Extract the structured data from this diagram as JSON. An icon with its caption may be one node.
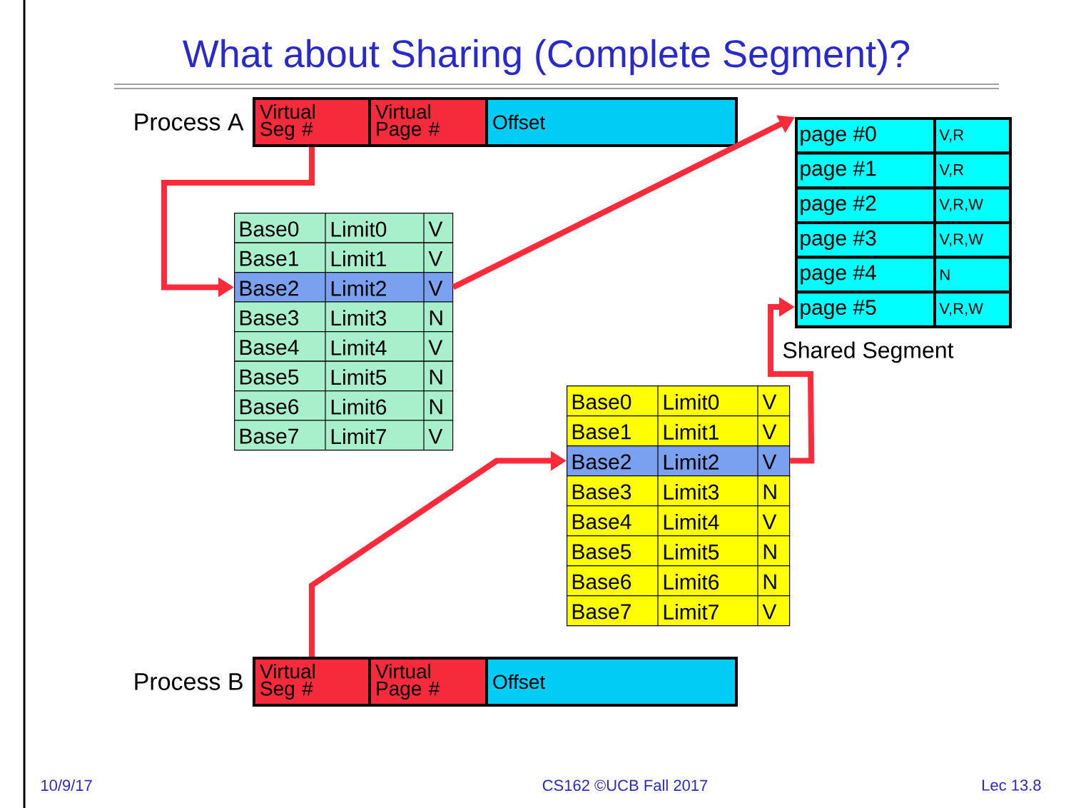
{
  "diagram": {
    "title": "What about Sharing (Complete Segment)?",
    "nodes": [
      {
        "text": [
          "Virtual Seg #"
        ],
        "beside": [
          "Process A"
        ]
      },
      {
        "text": [
          "Virtual Page #"
        ]
      },
      {
        "text": [
          "Offset"
        ]
      },
      {
        "text": [
          "Base0",
          "Limit0",
          "V"
        ]
      },
      {
        "text": [
          "Base1",
          "Limit1",
          "V"
        ]
      },
      {
        "text": [
          "Base2",
          "Limit2",
          "V"
        ]
      },
      {
        "text": [
          "Base3",
          "Limit3",
          "N"
        ]
      },
      {
        "text": [
          "Base4",
          "Limit4",
          "V"
        ]
      },
      {
        "text": [
          "Base5",
          "Limit5",
          "N"
        ]
      },
      {
        "text": [
          "Base6",
          "Limit6",
          "N"
        ]
      },
      {
        "text": [
          "Base7",
          "Limit7",
          "V"
        ]
      },
      {
        "text": [],
        "shape": "box",
        "beside": [
          "Shared Segment"
        ]
      },
      {
        "text": [
          "page #0",
          "V,R"
        ],
        "in": 11
      },
      {
        "text": [
          "page #1",
          "V,R"
        ],
        "in": 11
      },
      {
        "text": [
          "page #2",
          "V,R,W"
        ],
        "in": 11
      },
      {
        "text": [
          "page #3",
          "V,R,W"
        ],
        "in": 11
      },
      {
        "text": [
          "page #4",
          "N"
        ],
        "in": 11
      },
      {
        "text": [
          "page #5",
          "V,R,W"
        ],
        "in": 11
      },
      {
        "text": [
          "Base0",
          "Limit0",
          "V"
        ]
      },
      {
        "text": [
          "Base1",
          "Limit1",
          "V"
        ]
      },
      {
        "text": [
          "Base2",
          "Limit2",
          "V"
        ]
      },
      {
        "text": [
          "Base3",
          "Limit3",
          "N"
        ]
      },
      {
        "text": [
          "Base4",
          "Limit4",
          "V"
        ]
      },
      {
        "text": [
          "Base5",
          "Limit5",
          "N"
        ]
      },
      {
        "text": [
          "Base6",
          "Limit6",
          "N"
        ]
      },
      {
        "text": [
          "Base7",
          "Limit7",
          "V"
        ]
      },
      {
        "text": [
          "Virtual Seg #"
        ],
        "beside": [
          "Process B"
        ]
      },
      {
        "text": [
          "Virtual Page #"
        ]
      },
      {
        "text": [
          "Offset"
        ]
      }
    ],
    "edges": [
      {
        "from": 0,
        "to": 5,
        "arrow": "to"
      },
      {
        "from": 5,
        "to": 11,
        "arrow": "to"
      },
      {
        "from": 26,
        "to": 20,
        "arrow": "to"
      },
      {
        "from": 20,
        "to": 11,
        "arrow": "to"
      }
    ],
    "labels": [
      "10/9/17",
      "CS162 ©UCB Fall 2017",
      "Lec 13.8"
    ]
  }
}
